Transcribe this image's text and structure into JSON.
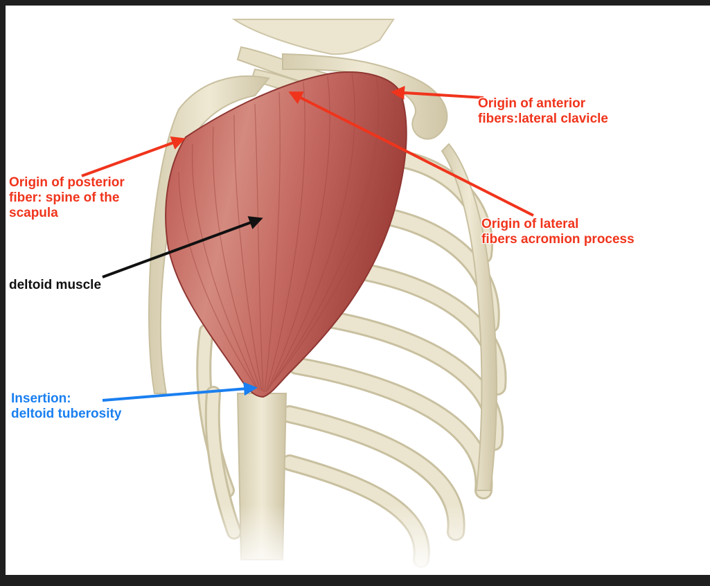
{
  "labels": {
    "anterior": {
      "line1": "Origin of anterior",
      "line2": "fibers:lateral clavicle"
    },
    "posterior": {
      "line1": "Origin of posterior",
      "line2": "fiber: spine of the",
      "line3": "scapula"
    },
    "lateral": {
      "line1": "Origin of lateral",
      "line2": "fibers acromion process"
    },
    "deltoid": {
      "line1": "deltoid muscle"
    },
    "insertion": {
      "line1": "Insertion:",
      "line2": "deltoid tuberosity"
    }
  },
  "colors": {
    "origin_label": "#f0341c",
    "insertion_label": "#1a7ff0",
    "muscle_label": "#111111",
    "muscle": "#c0605a",
    "bone": "#e9e2c9",
    "bone_outline": "#c8bf9f",
    "frame_background": "#1f1f1f"
  }
}
